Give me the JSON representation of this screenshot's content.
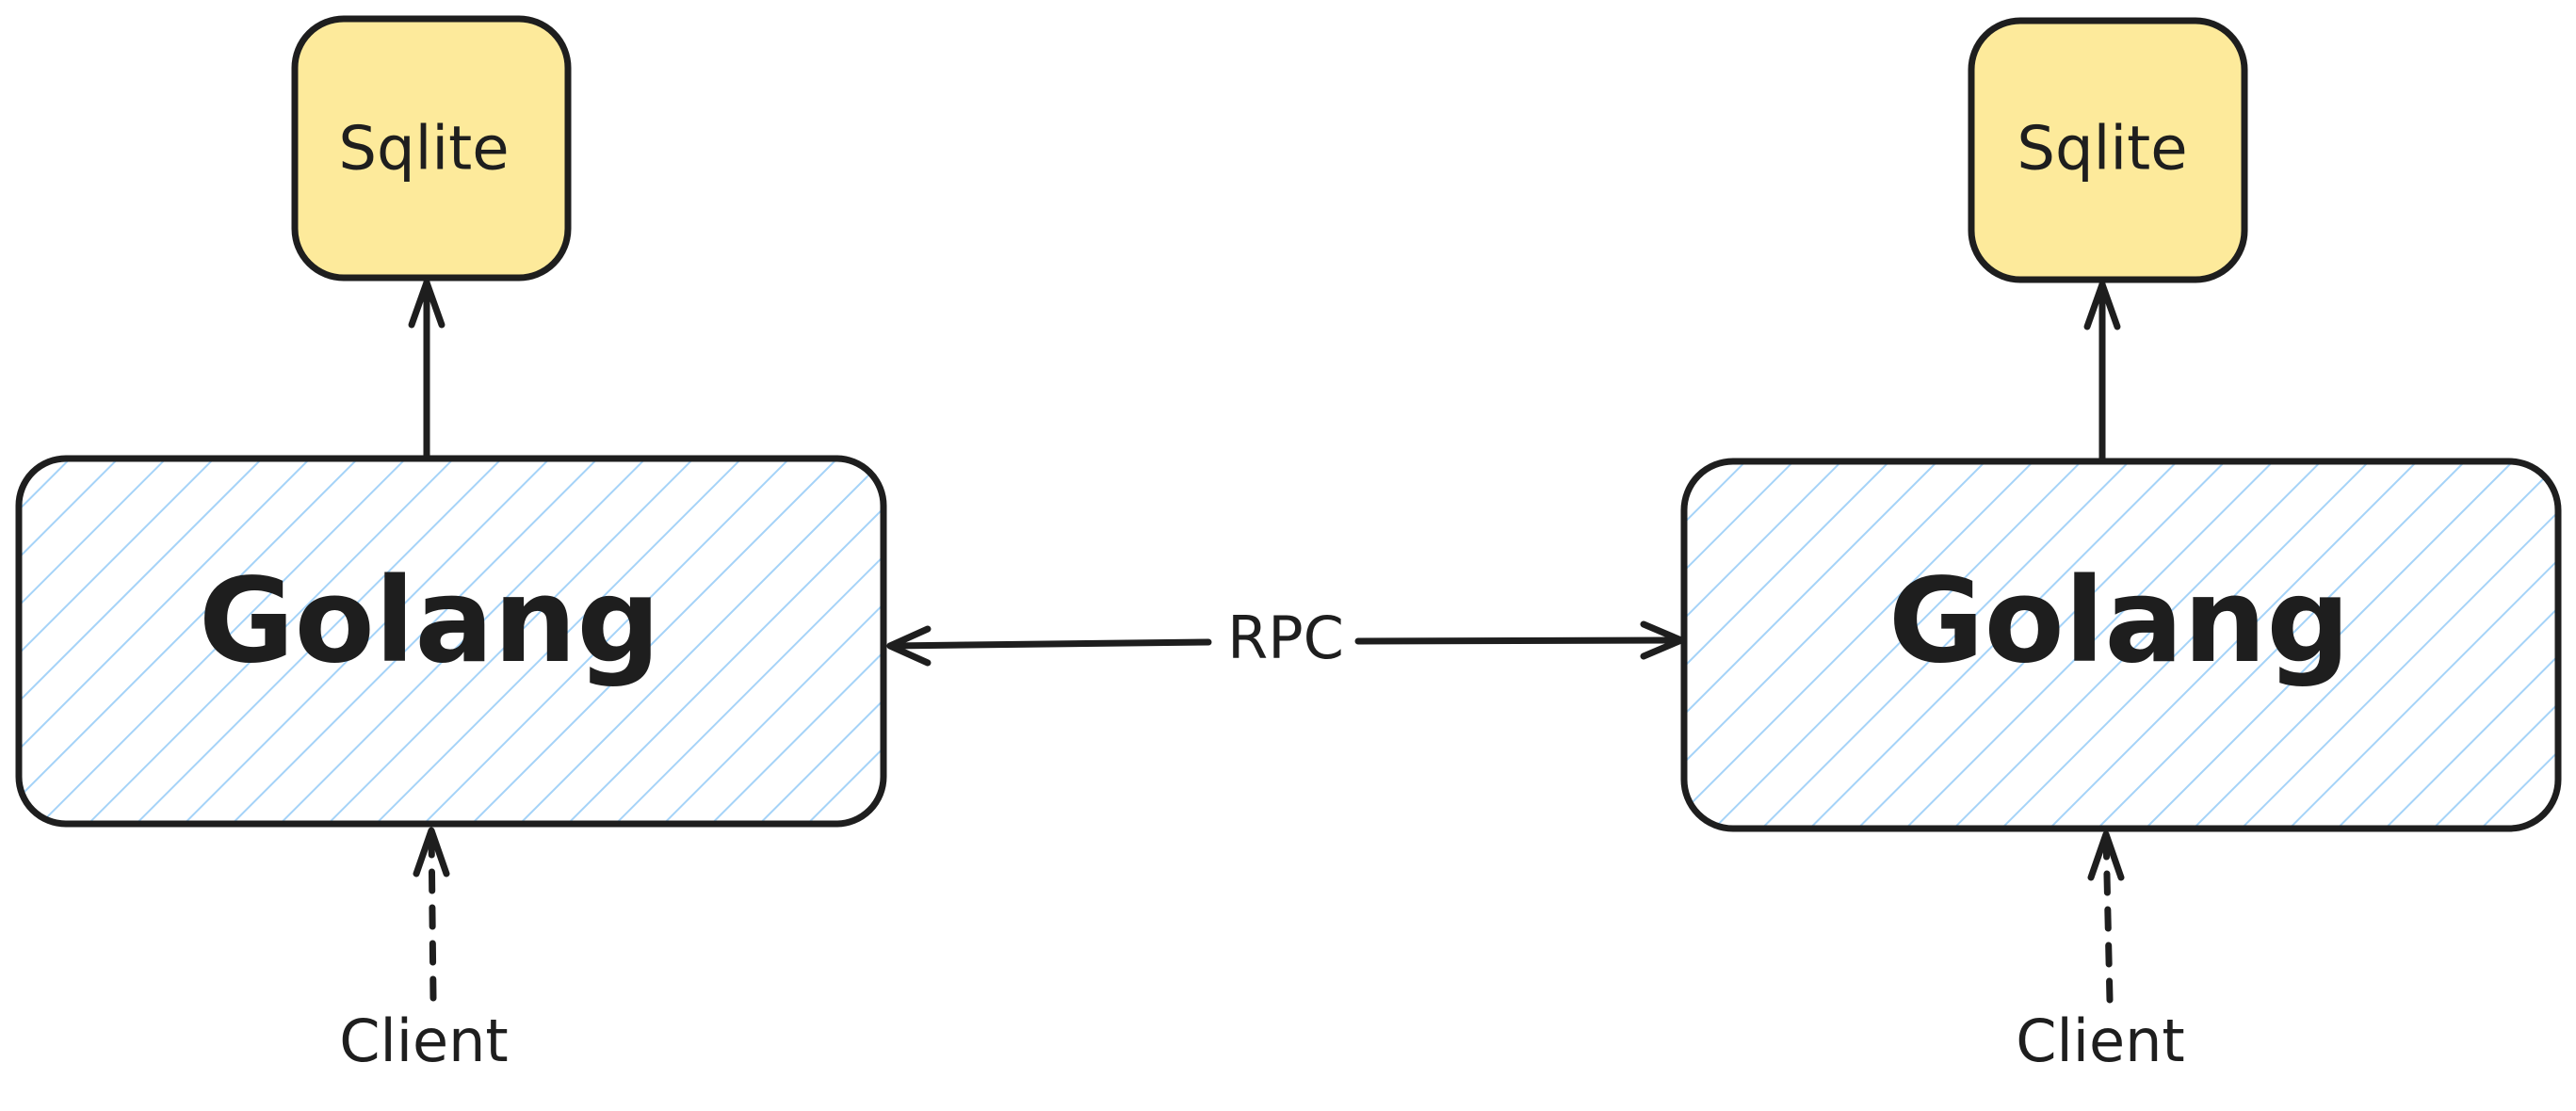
{
  "nodes": {
    "sqlite_left": {
      "label": "Sqlite"
    },
    "sqlite_right": {
      "label": "Sqlite"
    },
    "golang_left": {
      "label": "Golang"
    },
    "golang_right": {
      "label": "Golang"
    },
    "client_left": {
      "label": "Client"
    },
    "client_right": {
      "label": "Client"
    }
  },
  "edges": {
    "rpc": {
      "label": "RPC"
    }
  },
  "colors": {
    "sqlite_fill": "#fdea9b",
    "golang_hatch": "#a5d3f8",
    "stroke": "#1e1e1e",
    "background": "#ffffff"
  }
}
